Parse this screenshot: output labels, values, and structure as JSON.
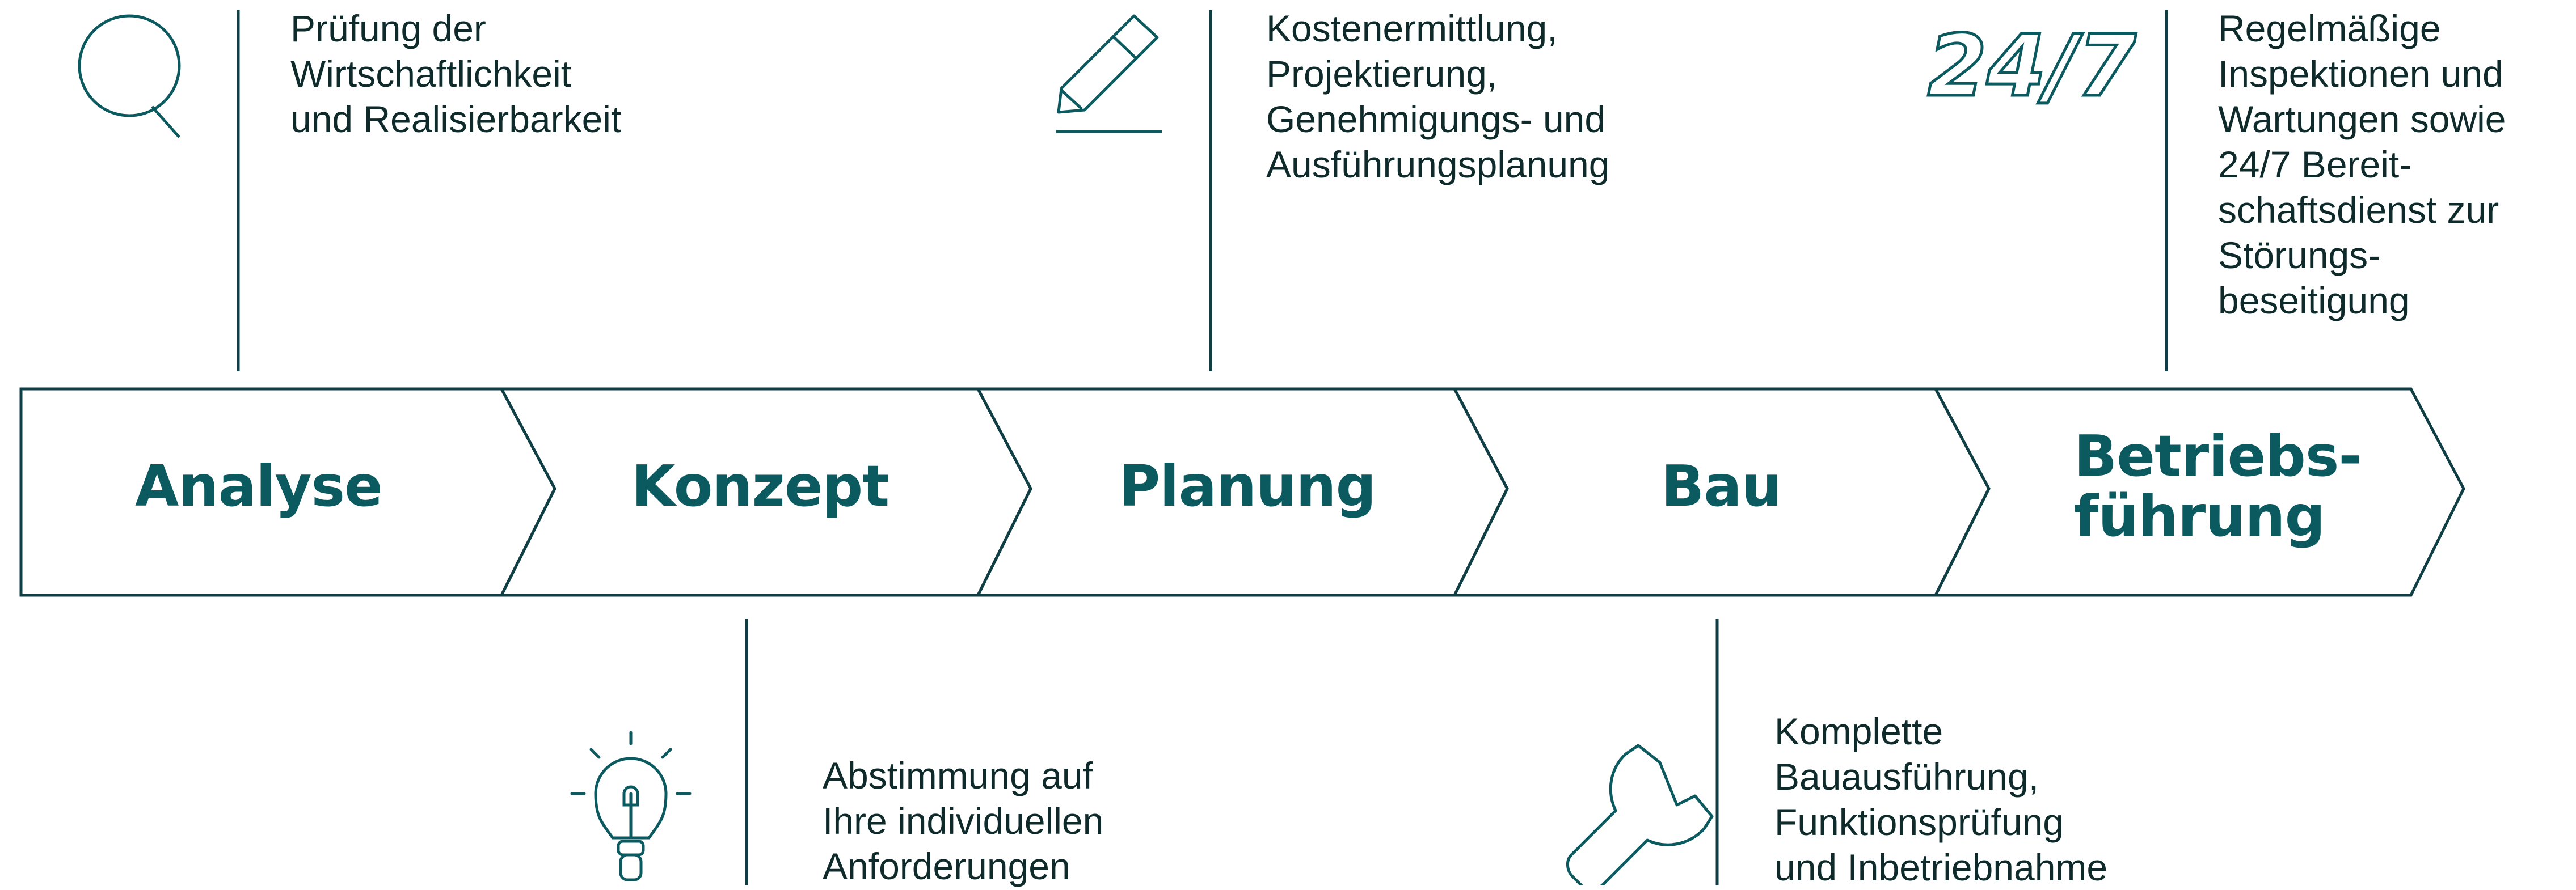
{
  "accent_color": "#0b5a60",
  "line_color": "#0f3e44",
  "text_color": "#0f2a2a",
  "steps": [
    {
      "label": "Analyse",
      "icon": "magnifier-icon",
      "description": "Prüfung der\nWirtschaftlichkeit\nund Realisierbarkeit"
    },
    {
      "label": "Konzept",
      "icon": "lightbulb-icon",
      "description": "Abstimmung auf\nIhre individuellen\nAnforderungen"
    },
    {
      "label": "Planung",
      "icon": "pencil-icon",
      "description": "Kostenermittlung,\nProjektierung,\nGenehmigungs- und\nAusführungsplanung"
    },
    {
      "label": "Bau",
      "icon": "wrench-icon",
      "description": "Komplette\nBauausführung,\nFunktionsprüfung\nund Inbetriebnahme"
    },
    {
      "label": "Betriebs-\nführung",
      "icon": "24-7-icon",
      "icon_text": "24/7",
      "description": "Regelmäßige\nInspektionen und\nWartungen sowie\n24/7 Bereit-\nschaftsdienst zur\nStörungs-\nbeseitigung"
    }
  ]
}
